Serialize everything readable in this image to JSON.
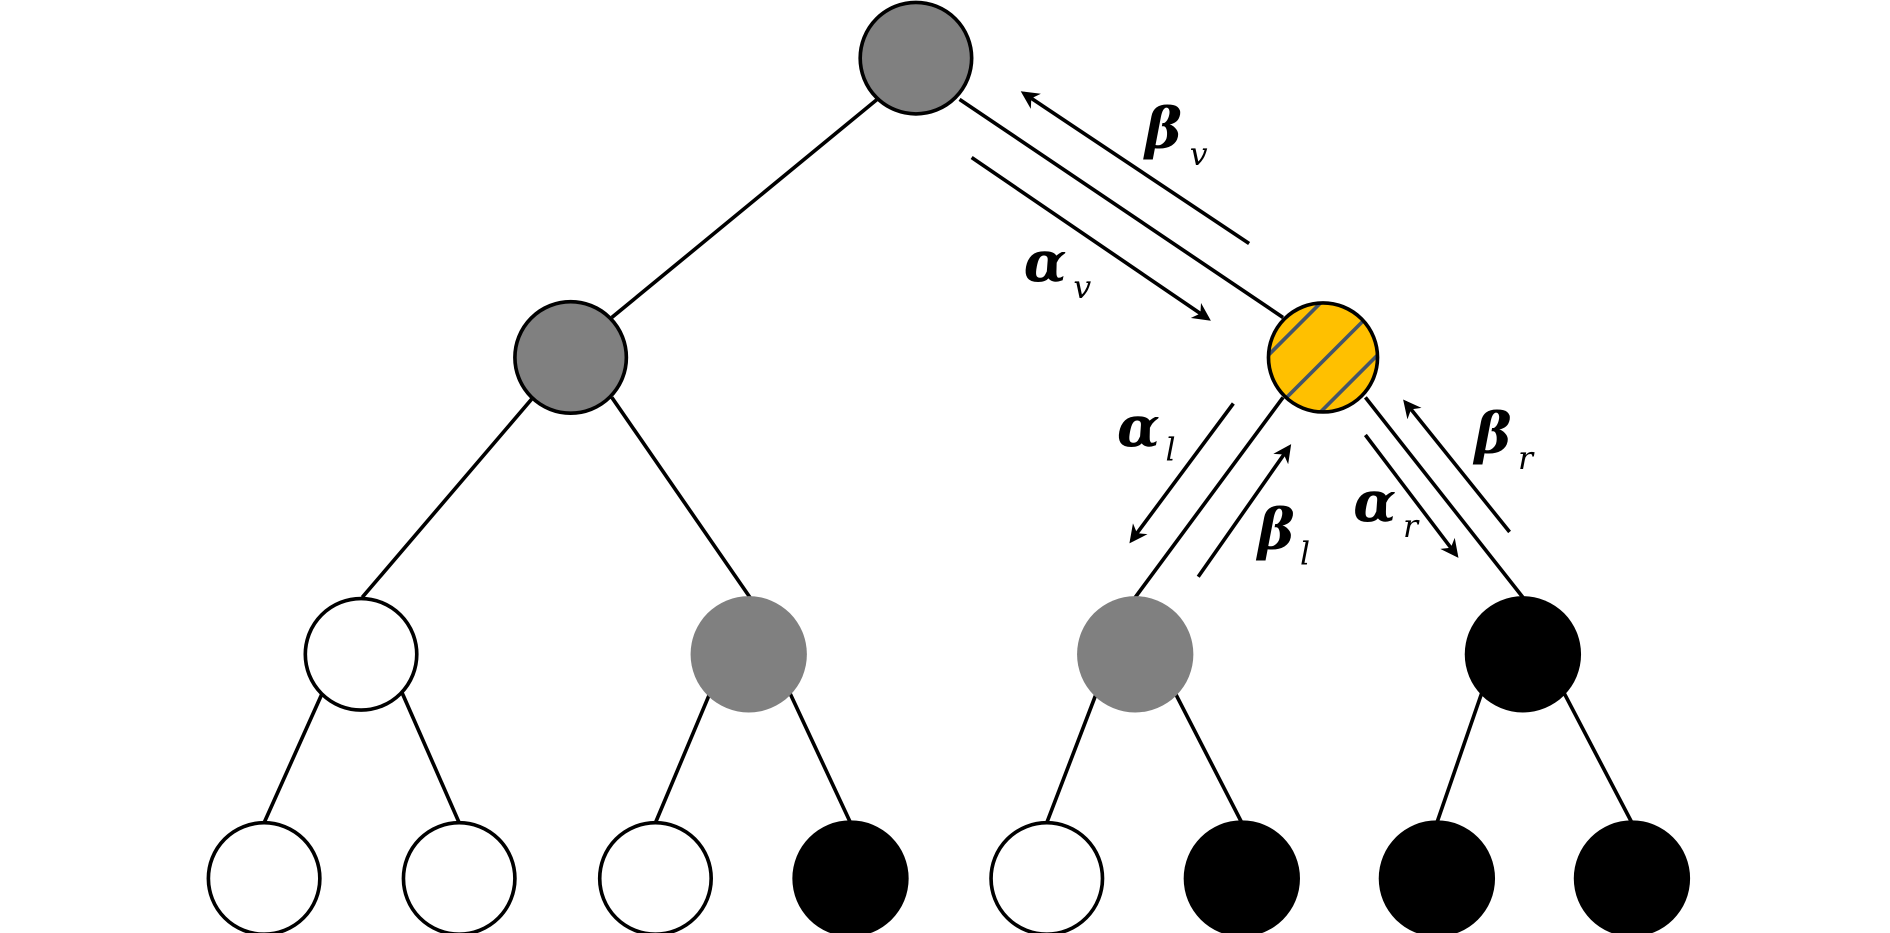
{
  "diagram": {
    "type": "binary-tree-message-passing",
    "colors": {
      "gray": "#808080",
      "white": "#ffffff",
      "black": "#000000",
      "highlight": "#FFC000",
      "hatch": "#44546A"
    },
    "nodes": [
      {
        "id": "root",
        "level": 0,
        "fill": "gray"
      },
      {
        "id": "l1-left",
        "level": 1,
        "fill": "gray"
      },
      {
        "id": "l1-right",
        "level": 1,
        "fill": "highlight",
        "hatched": true
      },
      {
        "id": "l2-0",
        "level": 2,
        "fill": "white"
      },
      {
        "id": "l2-1",
        "level": 2,
        "fill": "gray"
      },
      {
        "id": "l2-2",
        "level": 2,
        "fill": "gray"
      },
      {
        "id": "l2-3",
        "level": 2,
        "fill": "black"
      },
      {
        "id": "l3-0",
        "level": 3,
        "fill": "white"
      },
      {
        "id": "l3-1",
        "level": 3,
        "fill": "white"
      },
      {
        "id": "l3-2",
        "level": 3,
        "fill": "white"
      },
      {
        "id": "l3-3",
        "level": 3,
        "fill": "black"
      },
      {
        "id": "l3-4",
        "level": 3,
        "fill": "white"
      },
      {
        "id": "l3-5",
        "level": 3,
        "fill": "black"
      },
      {
        "id": "l3-6",
        "level": 3,
        "fill": "black"
      },
      {
        "id": "l3-7",
        "level": 3,
        "fill": "black"
      }
    ],
    "labels": {
      "alpha_v": {
        "symbol": "α",
        "sub": "v"
      },
      "beta_v": {
        "symbol": "β",
        "sub": "v"
      },
      "alpha_l": {
        "symbol": "α",
        "sub": "l"
      },
      "beta_l": {
        "symbol": "β",
        "sub": "l"
      },
      "alpha_r": {
        "symbol": "α",
        "sub": "r"
      },
      "beta_r": {
        "symbol": "β",
        "sub": "r"
      }
    }
  }
}
